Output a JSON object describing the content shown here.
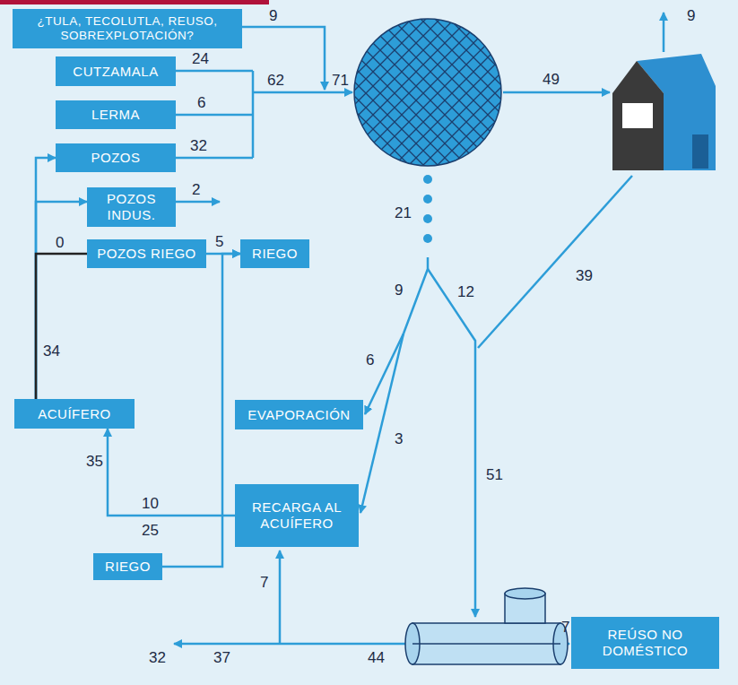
{
  "diagram": {
    "nodes": [
      {
        "text": [
          "¿TULA, TECOLUTLA, REUSO, SOBREXPLOTACIÓN?"
        ]
      },
      {
        "text": [
          "CUTZAMALA"
        ]
      },
      {
        "text": [
          "LERMA"
        ]
      },
      {
        "text": [
          "POZOS"
        ]
      },
      {
        "text": [
          "POZOS INDUS."
        ]
      },
      {
        "text": [
          "POZOS RIEGO"
        ]
      },
      {
        "text": [
          "RIEGO"
        ]
      },
      {
        "text": [
          "ACUÍFERO"
        ]
      },
      {
        "text": [
          "EVAPORACIÓN"
        ]
      },
      {
        "text": [
          "RECARGA AL ACUÍFERO"
        ]
      },
      {
        "text": [
          "RIEGO"
        ]
      },
      {
        "text": [
          "REÚSO NO DOMÉSTICO"
        ]
      }
    ],
    "edges": [
      {
        "from": 7,
        "to": 3,
        "arrow": "to"
      },
      {
        "from": 7,
        "to": 4,
        "arrow": "to"
      },
      {
        "from": 7,
        "to": 5,
        "label": "0",
        "arrow": "none"
      },
      {
        "from": 5,
        "to": 6,
        "label": "5",
        "arrow": "to"
      },
      {
        "from": 9,
        "to": 7,
        "label": "35",
        "arrow": "to"
      },
      {
        "from": 10,
        "to": 6,
        "arrow": "to"
      }
    ],
    "labels": [
      "9",
      "24",
      "6",
      "32",
      "62",
      "71",
      "49",
      "9",
      "2",
      "21",
      "39",
      "9",
      "12",
      "6",
      "3",
      "51",
      "34",
      "10",
      "25",
      "7",
      "7",
      "44",
      "37",
      "32"
    ]
  }
}
